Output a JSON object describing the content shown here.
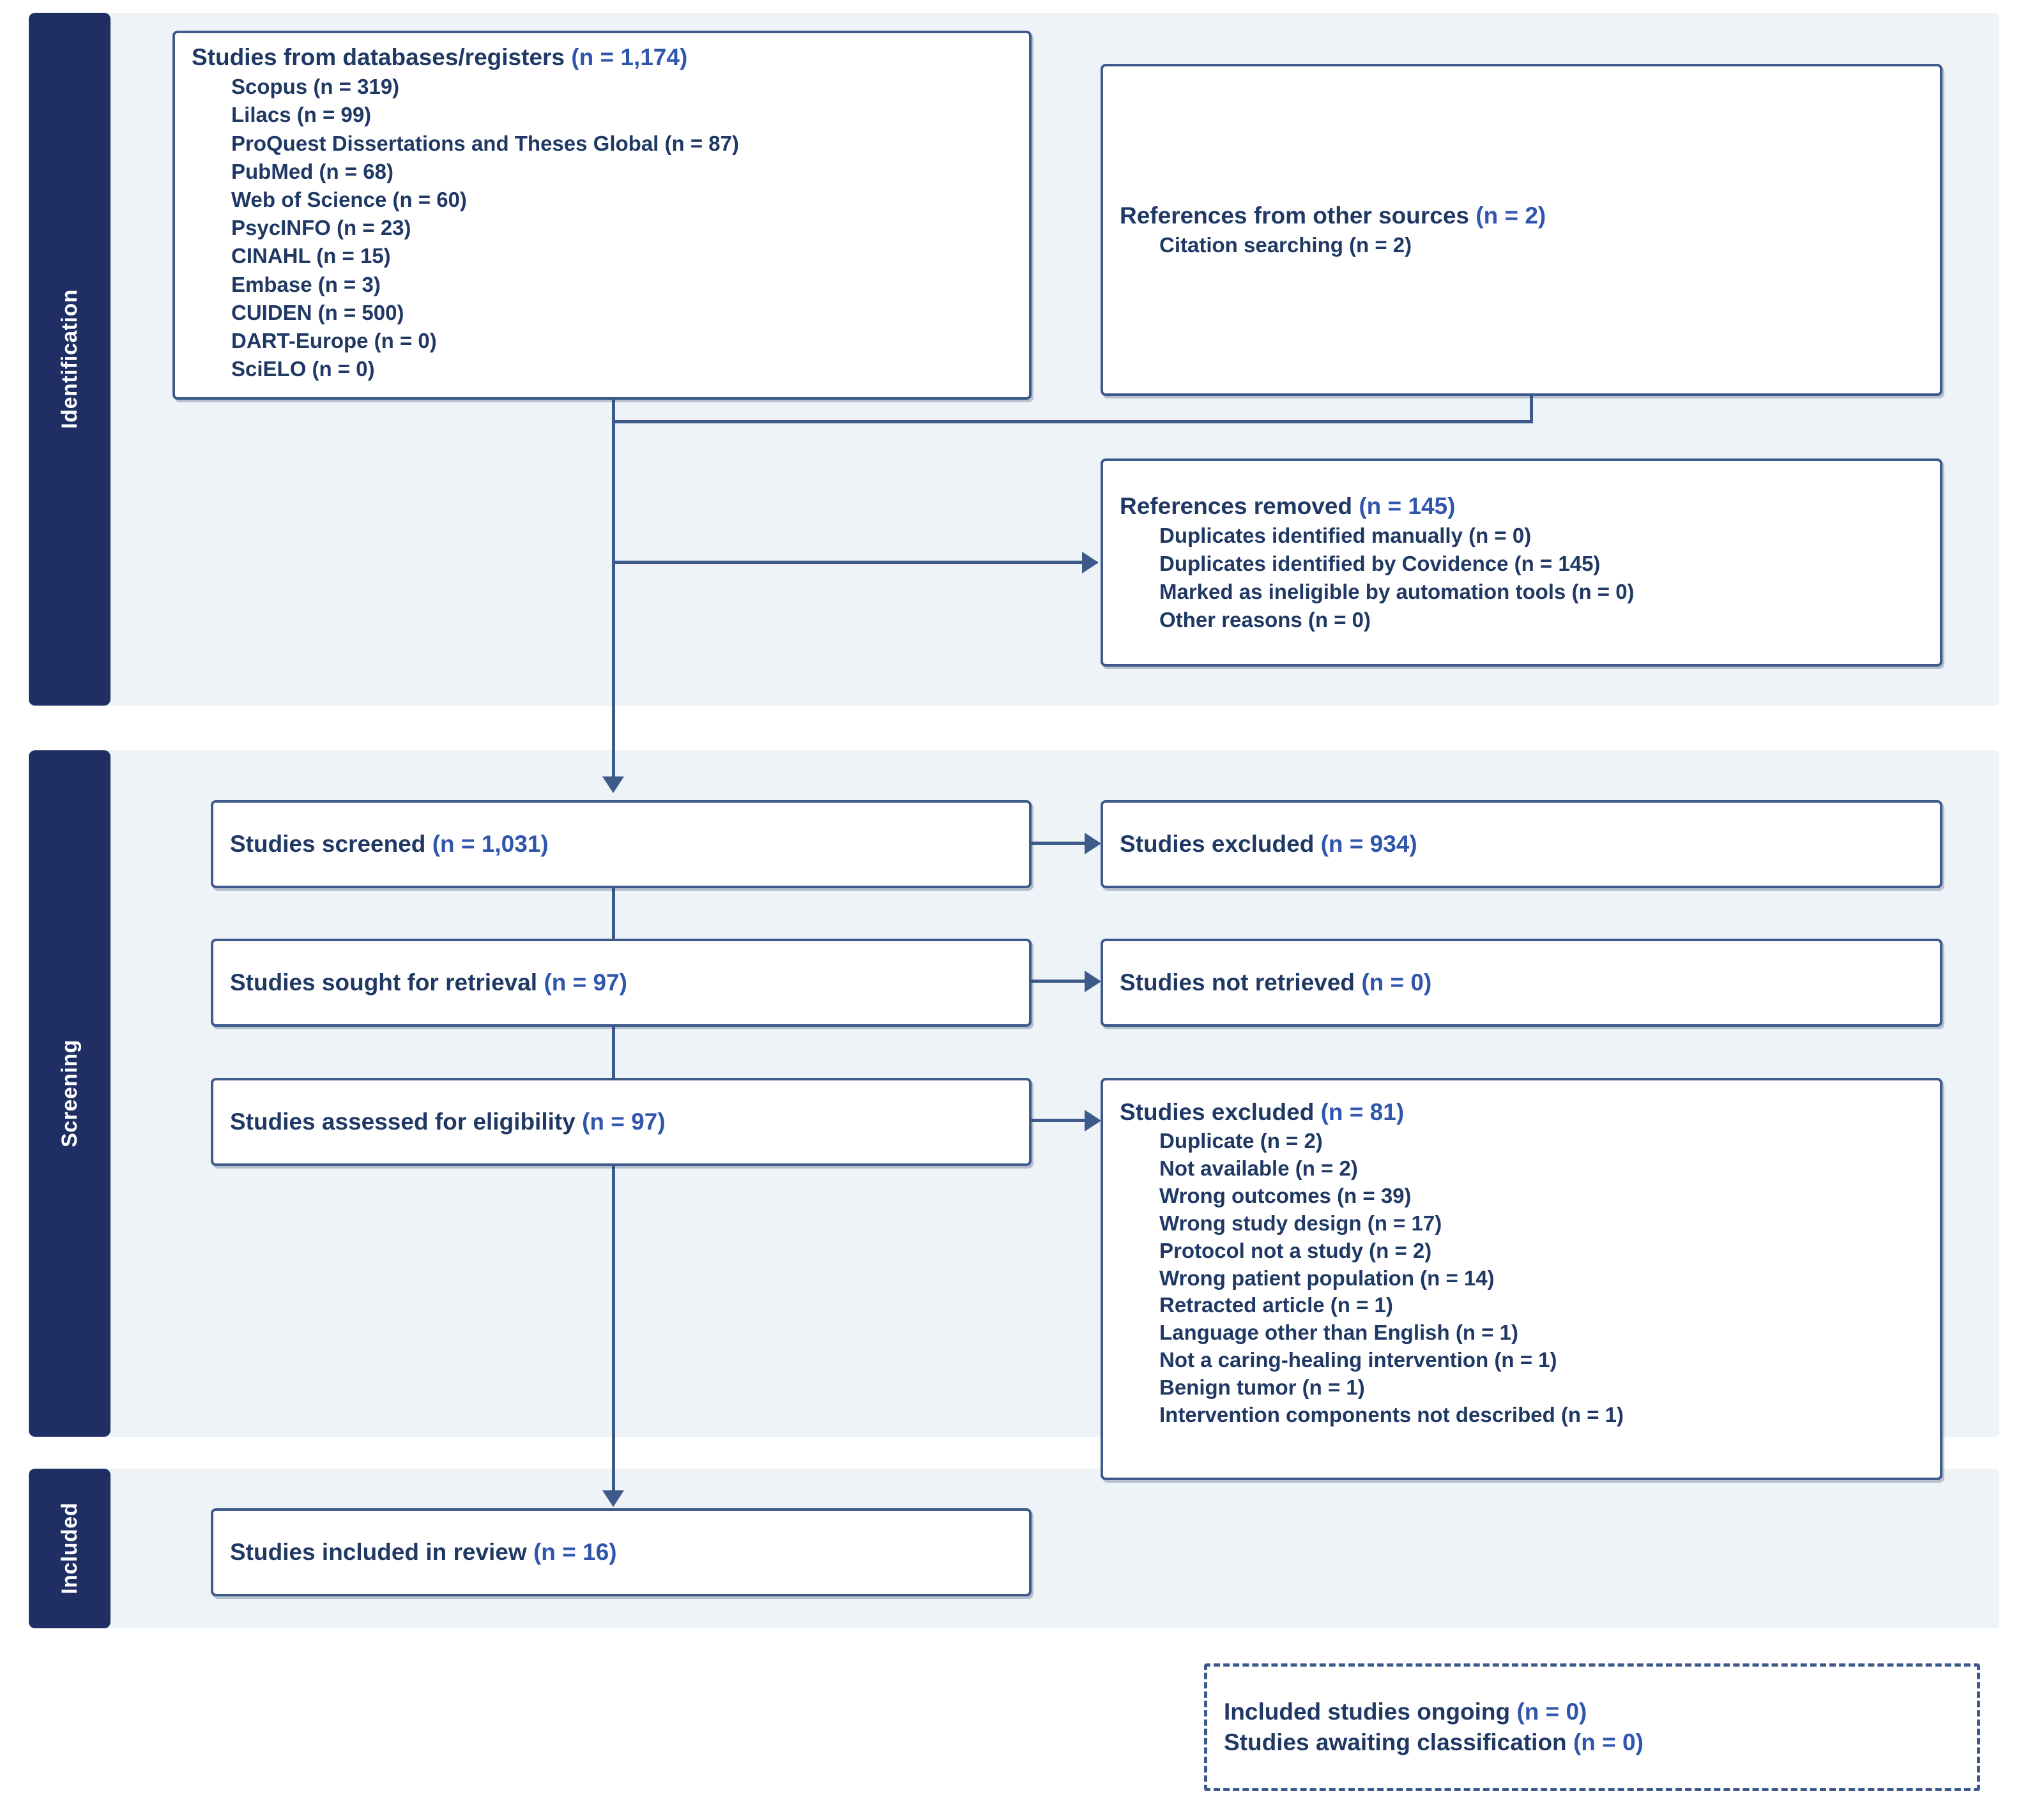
{
  "diagram": {
    "title": "PRISMA flow diagram",
    "colors": {
      "band_background": "#eef3f8",
      "phase_bar": "#1f2f63",
      "box_border": "#3d5a8a",
      "text": "#1f3864",
      "count_accent": "#2f56ac"
    }
  },
  "phases": [
    {
      "id": "identification",
      "label": "Identification"
    },
    {
      "id": "screening",
      "label": "Screening"
    },
    {
      "id": "included",
      "label": "Included"
    }
  ],
  "boxes": {
    "databases": {
      "header": "Studies from databases/registers ",
      "header_count": "(n = 1,174)",
      "items": [
        "Scopus (n = 319)",
        "Lilacs (n = 99)",
        "ProQuest Dissertations and Theses Global (n = 87)",
        "PubMed (n = 68)",
        "Web of Science (n = 60)",
        "PsycINFO (n = 23)",
        "CINAHL (n = 15)",
        "Embase (n = 3)",
        "CUIDEN (n = 500)",
        "DART-Europe (n = 0)",
        "SciELO (n = 0)"
      ]
    },
    "other_sources": {
      "header": "References from other sources ",
      "header_count": "(n = 2)",
      "items": [
        "Citation searching (n = 2)"
      ]
    },
    "references_removed": {
      "header": "References removed ",
      "header_count": "(n = 145)",
      "items": [
        "Duplicates identified manually (n = 0)",
        "Duplicates identified by Covidence (n = 145)",
        "Marked as ineligible by automation tools (n = 0)",
        "Other reasons (n = 0)"
      ]
    },
    "screened": {
      "header": "Studies screened ",
      "header_count": "(n = 1,031)"
    },
    "excluded_screening": {
      "header": "Studies excluded ",
      "header_count": "(n = 934)"
    },
    "sought": {
      "header": "Studies sought for retrieval ",
      "header_count": "(n = 97)"
    },
    "not_retrieved": {
      "header": "Studies not retrieved ",
      "header_count": "(n = 0)"
    },
    "assessed": {
      "header": "Studies assessed for eligibility ",
      "header_count": "(n = 97)"
    },
    "excluded_eligibility": {
      "header": "Studies excluded ",
      "header_count": "(n = 81)",
      "items": [
        "Duplicate (n = 2)",
        "Not available (n = 2)",
        "Wrong outcomes (n = 39)",
        "Wrong study design (n = 17)",
        "Protocol not a study (n = 2)",
        "Wrong patient population (n = 14)",
        "Retracted article (n = 1)",
        "Language other than English (n = 1)",
        "Not a caring-healing intervention (n = 1)",
        "Benign tumor (n = 1)",
        "Intervention components not described (n = 1)"
      ]
    },
    "included_review": {
      "header": "Studies included in review ",
      "header_count": "(n = 16)"
    },
    "ongoing": {
      "line1": "Included studies ongoing ",
      "line1_count": "(n = 0)",
      "line2": "Studies awaiting classification ",
      "line2_count": "(n = 0)"
    }
  }
}
